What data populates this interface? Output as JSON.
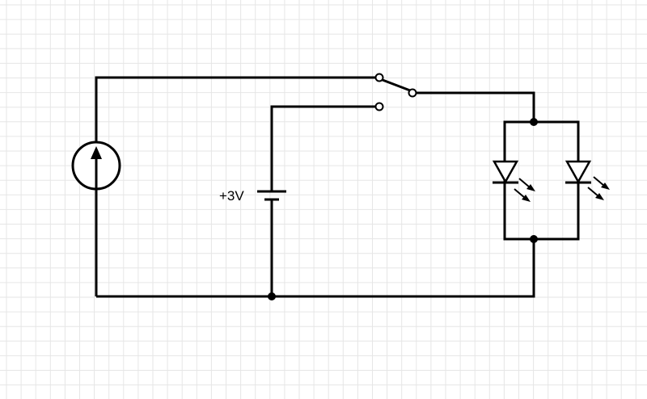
{
  "colors": {
    "background": "#ffffff",
    "grid": "#e6e6e6",
    "stroke": "#000000"
  },
  "components": {
    "current_source": {
      "icon": "current-source-symbol"
    },
    "battery": {
      "label": "+3V",
      "icon": "battery-symbol"
    },
    "switch": {
      "icon": "spdt-switch-symbol"
    },
    "led_left": {
      "icon": "led-symbol"
    },
    "led_right": {
      "icon": "led-symbol"
    }
  }
}
